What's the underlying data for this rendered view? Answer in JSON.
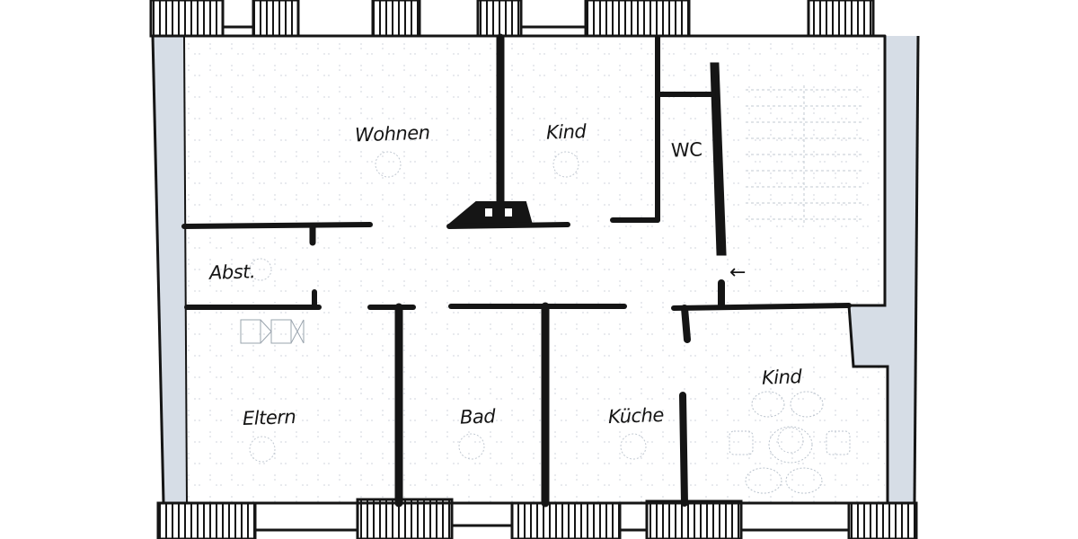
{
  "plan": {
    "type": "hand-drawn apartment floor plan",
    "colors": {
      "ink": "#151515",
      "wall_shading": "#d6dde6",
      "paper": "#ffffff",
      "faint_base": "#b9c2cc"
    },
    "rooms": [
      {
        "id": "wohnen",
        "label": "Wohnen"
      },
      {
        "id": "kind-top",
        "label": "Kind"
      },
      {
        "id": "wc",
        "label": "WC"
      },
      {
        "id": "abst",
        "label": "Abst."
      },
      {
        "id": "eltern",
        "label": "Eltern"
      },
      {
        "id": "bad",
        "label": "Bad"
      },
      {
        "id": "kueche",
        "label": "Küche"
      },
      {
        "id": "kind-bottom",
        "label": "Kind"
      }
    ],
    "entry_arrow": "←"
  }
}
